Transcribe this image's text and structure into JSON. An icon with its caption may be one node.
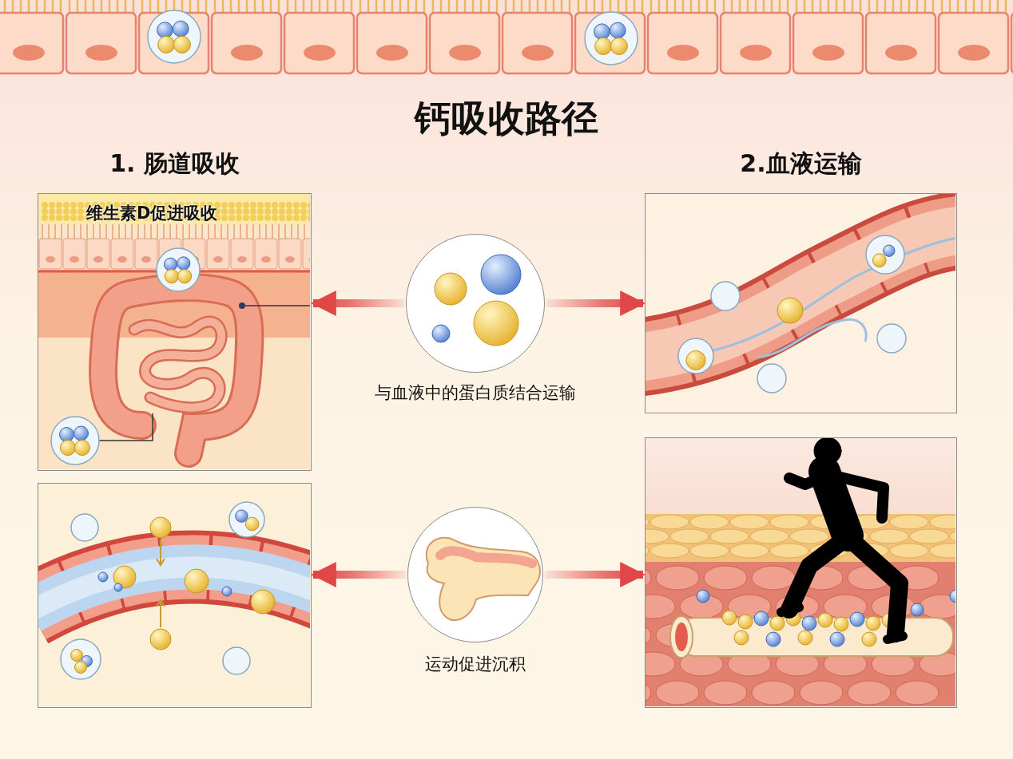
{
  "diagram": {
    "title": "钙吸收路径",
    "nodes": [
      {
        "text": [
          "1. 肠道吸收",
          "维生素D促进吸收"
        ]
      },
      {
        "text": [],
        "shape": "circle",
        "beside": [
          "与血液中的蛋白质结合运输"
        ]
      },
      {
        "text": [
          "2.血液运输"
        ]
      },
      {
        "text": [],
        "shape": "picture"
      },
      {
        "text": [],
        "shape": "circle",
        "beside": [
          "运动促进沉积"
        ]
      },
      {
        "text": [],
        "shape": "picture"
      }
    ],
    "edges": [
      {
        "from": 1,
        "to": 0,
        "arrow": "to"
      },
      {
        "from": 1,
        "to": 2,
        "arrow": "to"
      },
      {
        "from": 4,
        "to": 3,
        "arrow": "to"
      },
      {
        "from": 4,
        "to": 5,
        "arrow": "to"
      }
    ]
  }
}
